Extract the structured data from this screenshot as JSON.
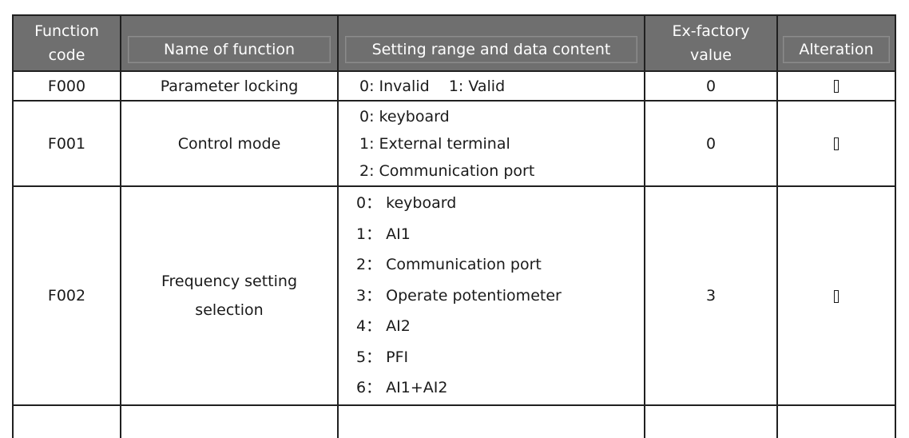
{
  "table": {
    "headers": {
      "code": [
        "Function",
        "code"
      ],
      "name": "Name of function",
      "range": "Setting range and data content",
      "factory": [
        "Ex-factory",
        "value"
      ],
      "alteration": "Alteration"
    },
    "rows": [
      {
        "code": "F000",
        "name": [
          "Parameter locking"
        ],
        "options": [
          "0: Invalid    1: Valid"
        ],
        "factory_value": "0",
        "alteration_icon": "box-glyph"
      },
      {
        "code": "F001",
        "name": [
          "Control mode"
        ],
        "options": [
          "0: keyboard",
          "1: External terminal",
          "2: Communication port"
        ],
        "factory_value": "0",
        "alteration_icon": "box-glyph"
      },
      {
        "code": "F002",
        "name": [
          "Frequency setting",
          "selection"
        ],
        "options": [
          "0： keyboard",
          "1： AI1",
          "2： Communication port",
          "3： Operate potentiometer",
          "4： AI2",
          "5： PFI",
          "6： AI1+AI2"
        ],
        "factory_value": "3",
        "alteration_icon": "box-glyph"
      }
    ]
  }
}
